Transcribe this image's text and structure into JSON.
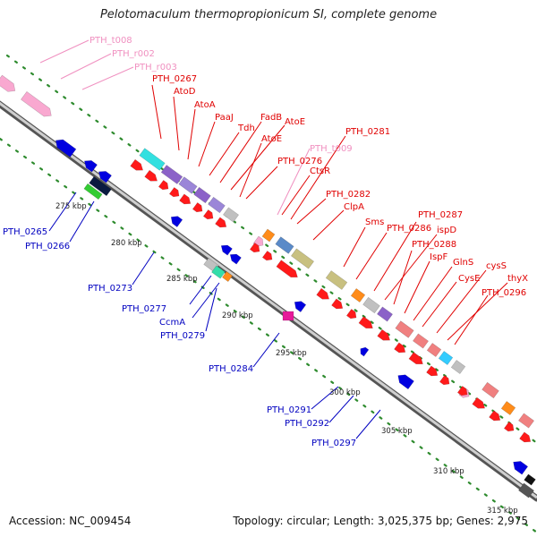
{
  "title": "Pelotomaculum thermopropionicum SI, complete genome",
  "footer": {
    "accession": "Accession: NC_009454",
    "summary": "Topology: circular; Length: 3,025,375 bp; Genes: 2,975"
  },
  "colors": {
    "backbone": "#8c8c8c",
    "tick_green": "#2e8b2e",
    "label_red": "#e00000",
    "label_pink": "#f090c0",
    "label_blue": "#0000c0"
  },
  "ticks": [
    "275 kbp",
    "280 kbp",
    "285 kbp",
    "290 kbp",
    "295 kbp",
    "300 kbp",
    "305 kbp",
    "310 kbp",
    "315 kbp"
  ],
  "labels_pink": [
    "PTH_t008",
    "PTH_r002",
    "PTH_r003",
    "PTH_t009"
  ],
  "labels_red": [
    "PTH_0267",
    "AtoD",
    "AtoA",
    "PaaJ",
    "Tdh",
    "FadB",
    "AtoE",
    "AtoE",
    "PTH_0276",
    "CtsR",
    "PTH_0281",
    "PTH_0282",
    "ClpA",
    "Sms",
    "PTH_0286",
    "PTH_0287",
    "ispD",
    "PTH_0288",
    "IspF",
    "GlnS",
    "CysE",
    "cysS",
    "thyX",
    "PTH_0296"
  ],
  "labels_blue": [
    "PTH_0265",
    "PTH_0266",
    "PTH_0273",
    "PTH_0277",
    "CcmA",
    "PTH_0279",
    "PTH_0284",
    "PTH_0291",
    "PTH_0292",
    "PTH_0297"
  ]
}
